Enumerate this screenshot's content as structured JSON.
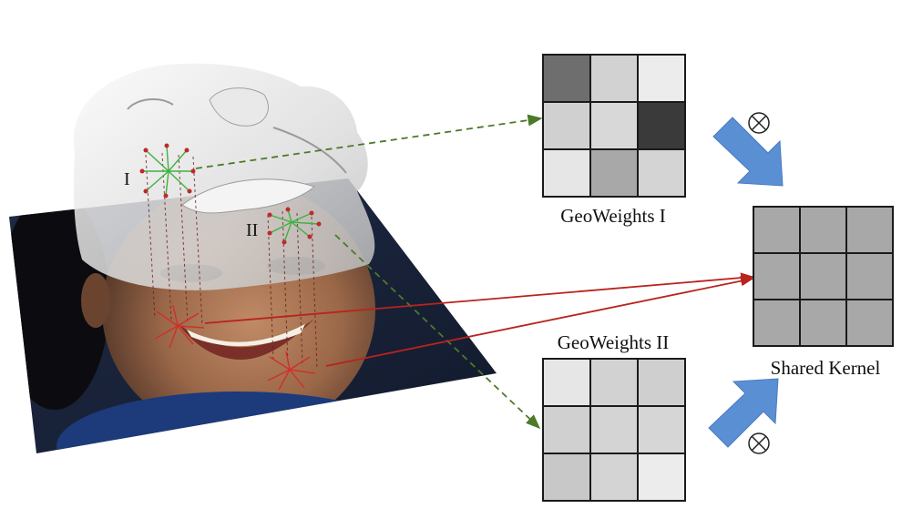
{
  "markers": {
    "point_one": "I",
    "point_two": "II"
  },
  "grids": {
    "geoweights_one": {
      "title": "GeoWeights I",
      "cells": [
        "#6e6e6e",
        "#d2d2d2",
        "#ececec",
        "#d0d0d0",
        "#d8d8d8",
        "#3a3a3a",
        "#e6e6e6",
        "#a8a8a8",
        "#d4d4d4"
      ]
    },
    "geoweights_two": {
      "title": "GeoWeights II",
      "cells": [
        "#e6e6e6",
        "#d2d2d2",
        "#cfcfcf",
        "#d0d0d0",
        "#d4d4d4",
        "#d6d6d6",
        "#c8c8c8",
        "#d4d4d4",
        "#ececec"
      ]
    },
    "shared_kernel": {
      "title": "Shared Kernel",
      "cells": [
        "#a8a8a8",
        "#a8a8a8",
        "#a8a8a8",
        "#a8a8a8",
        "#a8a8a8",
        "#a8a8a8",
        "#a8a8a8",
        "#a8a8a8",
        "#a8a8a8"
      ]
    }
  },
  "operators": {
    "multiply_top": "⊗",
    "multiply_bottom": "⊗"
  },
  "colors": {
    "arrow_blue": "#5b8fd4",
    "link_red": "#b8241d",
    "link_green": "#4b7a2a",
    "face_mesh": "#f0f0f0"
  }
}
